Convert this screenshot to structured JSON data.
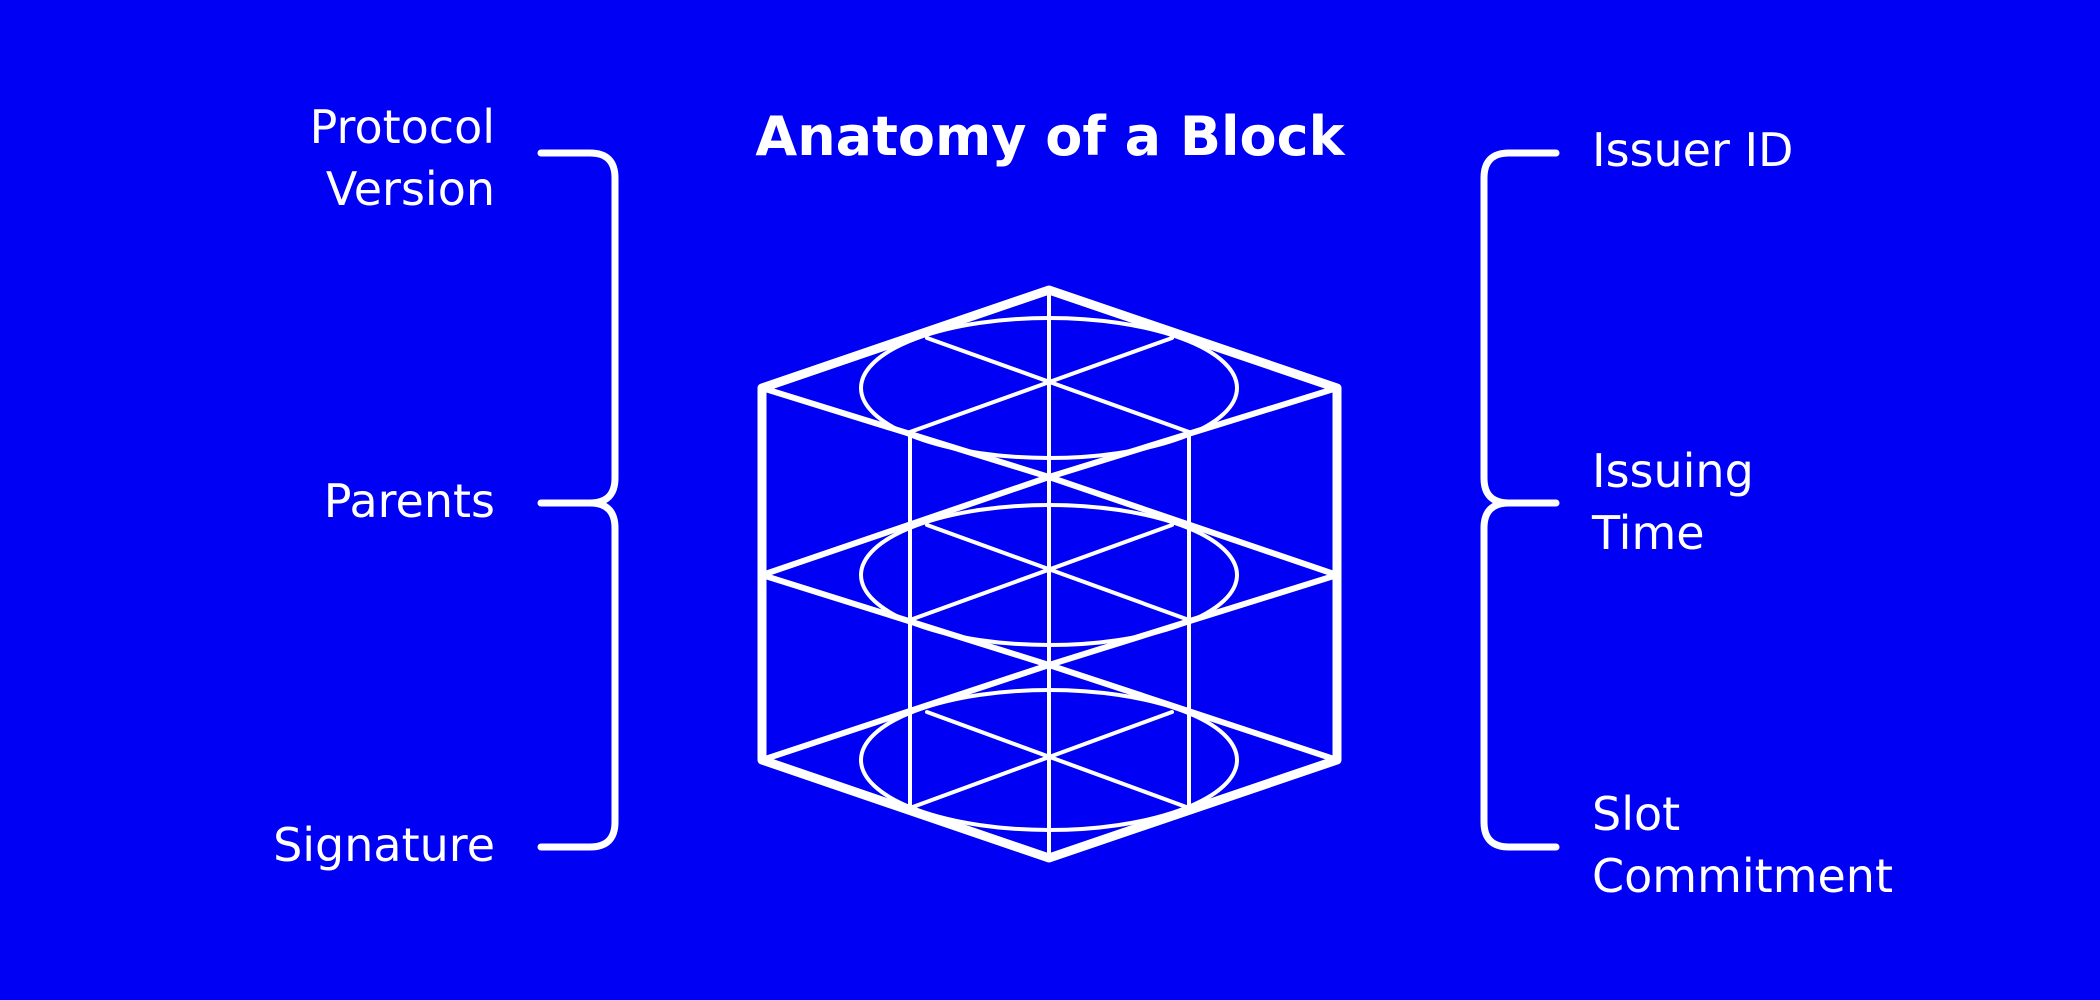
{
  "title": "Anatomy of a Block",
  "colors": {
    "background": "#0000F5",
    "foreground": "#FFFFFF"
  },
  "icon": "wireframe-hexagonal-prism-block",
  "left_fields": [
    {
      "line1": "Protocol",
      "line2": "Version"
    },
    {
      "line1": "Parents",
      "line2": ""
    },
    {
      "line1": "Signature",
      "line2": ""
    }
  ],
  "right_fields": [
    {
      "line1": "Issuer ID",
      "line2": ""
    },
    {
      "line1": "Issuing",
      "line2": "Time"
    },
    {
      "line1": "Slot",
      "line2": "Commitment"
    }
  ]
}
